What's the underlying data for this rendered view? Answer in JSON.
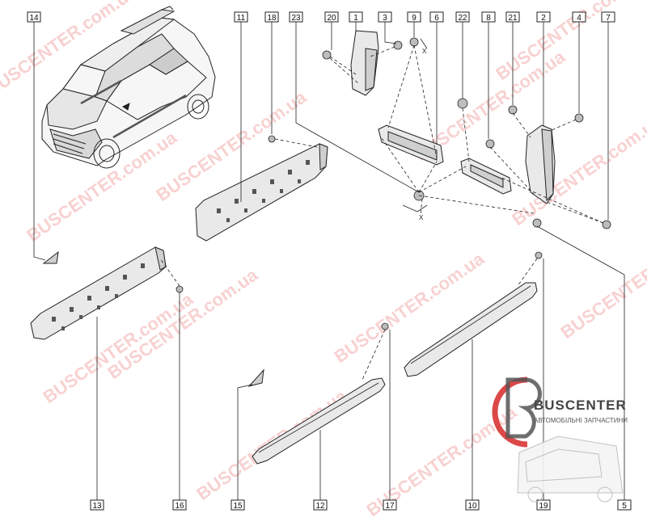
{
  "callouts": {
    "c14": "14",
    "c11": "11",
    "c18": "18",
    "c23": "23",
    "c20": "20",
    "c1": "1",
    "c3": "3",
    "c9": "9",
    "c6": "6",
    "c22": "22",
    "c8": "8",
    "c21": "21",
    "c2": "2",
    "c4": "4",
    "c7": "7",
    "c13": "13",
    "c16": "16",
    "c15": "15",
    "c12": "12",
    "c17": "17",
    "c10": "10",
    "c19": "19",
    "c5": "5"
  },
  "axis": {
    "x1": "X",
    "x2": "X"
  },
  "watermark": {
    "text": "BUSCENTER.com.ua"
  },
  "logo": {
    "title": "BUSCENTER",
    "subtitle": "АВТОМОБІЛЬНІ ЗАПЧАСТИНИ"
  },
  "colors": {
    "watermark": "#f19a9a",
    "logo_accent": "#d62828"
  }
}
